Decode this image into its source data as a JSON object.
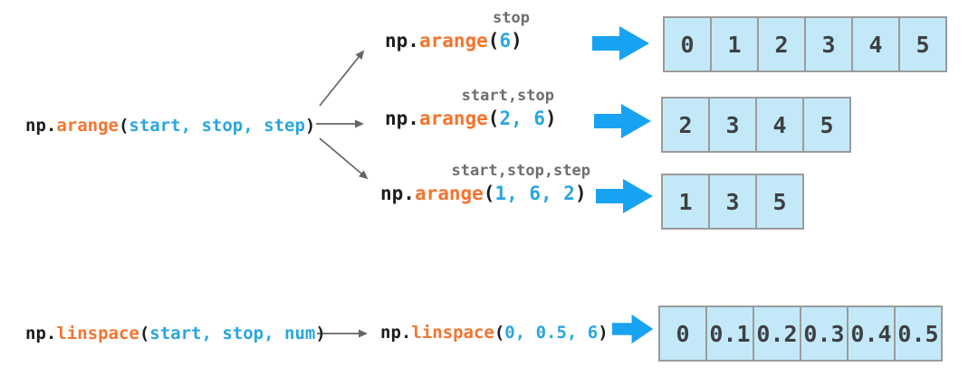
{
  "palette": {
    "code_text": "#1c1c1c",
    "function_orange": "#f4742f",
    "argument_blue": "#29a6e0",
    "annotation_gray": "#6e6e6e",
    "thin_arrow_gray": "#666666",
    "block_arrow_blue": "#18a3f2",
    "cell_fill": "#c3e9f9",
    "cell_border": "#9b9b9b",
    "cell_text": "#3d4043",
    "background": "#ffffff"
  },
  "arange": {
    "definition": {
      "prefix": "np.",
      "func": "arange",
      "paren_open": "(",
      "args": "start, stop, step",
      "paren_close": ")"
    },
    "branches": [
      {
        "annotation": "stop",
        "code": {
          "prefix": "np.",
          "func": "arange",
          "paren_open": "(",
          "args": "6",
          "paren_close": ")"
        },
        "result": [
          "0",
          "1",
          "2",
          "3",
          "4",
          "5"
        ]
      },
      {
        "annotation": "start,stop",
        "code": {
          "prefix": "np.",
          "func": "arange",
          "paren_open": "(",
          "args": "2, 6",
          "paren_close": ")"
        },
        "result": [
          "2",
          "3",
          "4",
          "5"
        ]
      },
      {
        "annotation": "start,stop,step",
        "code": {
          "prefix": "np.",
          "func": "arange",
          "paren_open": "(",
          "args": "1, 6, 2",
          "paren_close": ")"
        },
        "result": [
          "1",
          "3",
          "5"
        ]
      }
    ]
  },
  "linspace": {
    "definition": {
      "prefix": "np.",
      "func": "linspace",
      "paren_open": "(",
      "args": "start, stop, num",
      "paren_close": ")"
    },
    "example": {
      "code": {
        "prefix": "np.",
        "func": "linspace",
        "paren_open": "(",
        "args": "0, 0.5, 6",
        "paren_close": ")"
      },
      "result": [
        "0",
        "0.1",
        "0.2",
        "0.3",
        "0.4",
        "0.5"
      ]
    }
  }
}
